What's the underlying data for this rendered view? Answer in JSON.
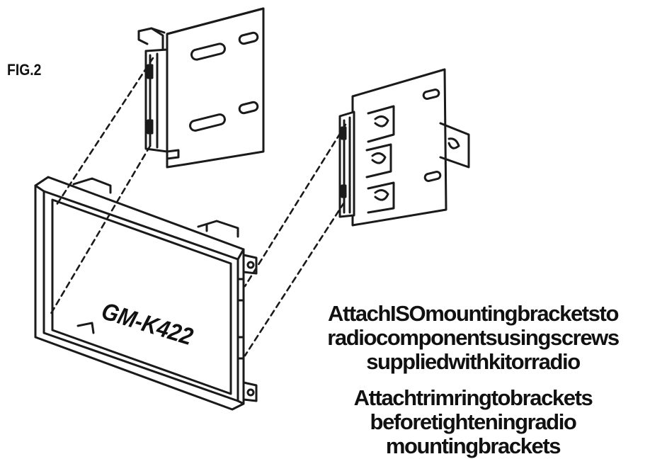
{
  "figure_label": "FIG.2",
  "model_label": "GM-K422",
  "instructions": [
    {
      "lines": [
        "AttachISOmountingbracketsto",
        "radiocomponentsusingscrews",
        "suppliedwithkitorradio"
      ]
    },
    {
      "lines": [
        "Attachtrimringtobrackets",
        "beforetighteningradio",
        "mountingbrackets"
      ]
    }
  ],
  "colors": {
    "line": "#1a1a1a",
    "background": "#ffffff"
  }
}
